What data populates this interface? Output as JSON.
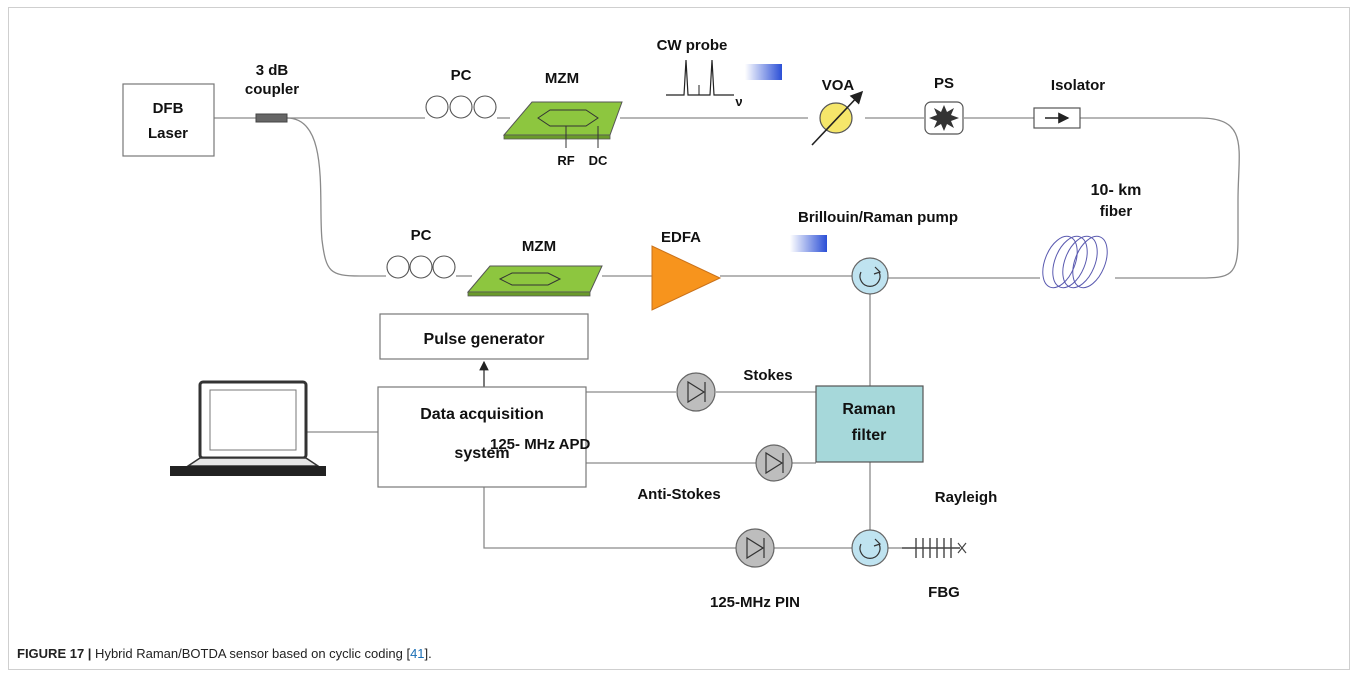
{
  "diagram": {
    "dfb_laser": [
      "DFB",
      "Laser"
    ],
    "coupler": [
      "3 dB",
      "coupler"
    ],
    "pc_top": "PC",
    "mzm_top": "MZM",
    "rf": "RF",
    "dc": "DC",
    "cw_probe": "CW probe",
    "nu": "ν",
    "voa": "VOA",
    "ps": "PS",
    "isolator": "Isolator",
    "fiber": [
      "10- km",
      "fiber"
    ],
    "pump": "Brillouin/Raman pump",
    "pc_bottom": "PC",
    "mzm_bottom": "MZM",
    "edfa": "EDFA",
    "pulse_generator": "Pulse generator",
    "daq": [
      "Data acquisition",
      "system"
    ],
    "stokes": "Stokes",
    "apd": "125- MHz  APD",
    "anti_stokes": "Anti-Stokes",
    "raman_filter": [
      "Raman",
      "filter"
    ],
    "rayleigh": "Rayleigh",
    "pin": "125-MHz  PIN",
    "fbg": "FBG"
  },
  "caption": {
    "figure_label": "FIGURE 17 |",
    "text": " Hybrid Raman/BOTDA sensor based on cyclic coding [",
    "ref": "41",
    "end": "]."
  },
  "colors": {
    "line": "#888888",
    "mzm_green": "#8dc63f",
    "edfa_orange": "#f7941d",
    "raman_filter": "#a6d8da",
    "circulator": "#bfe3f0",
    "voa_yellow": "#f5e66a",
    "blue_marker": "#2b4fd6"
  }
}
